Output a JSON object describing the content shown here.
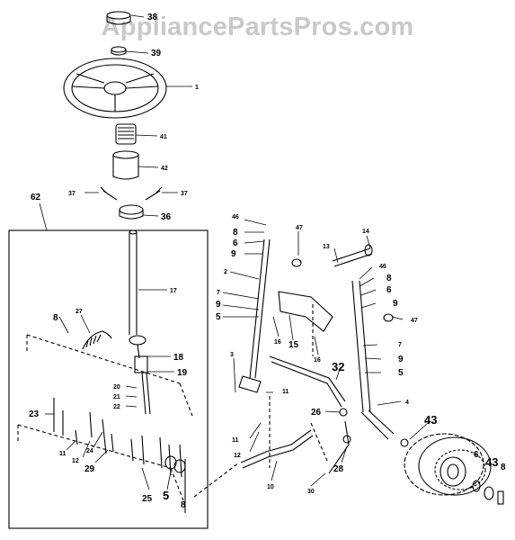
{
  "watermark": "AppliancePartsPros.com",
  "callouts": {
    "c38": "38",
    "c39": "39",
    "c1": "1",
    "c41": "41",
    "c42": "42",
    "c37a": "37",
    "c37b": "37",
    "c36": "36",
    "c62": "62",
    "c17": "17",
    "c8a": "8",
    "c27": "27",
    "c18": "18",
    "c19": "19",
    "c20": "20",
    "c21": "21",
    "c22": "22",
    "c23": "23",
    "c11a": "11",
    "c12a": "12",
    "c24": "24",
    "c29": "29",
    "c25": "25",
    "c5a": "5",
    "c8b": "8",
    "c46a": "46",
    "c8c": "8",
    "c6a": "6",
    "c9a": "9",
    "c47a": "47",
    "c2": "2",
    "c7a": "7",
    "c9b": "9",
    "c5b": "5",
    "c16a": "16",
    "c15": "15",
    "c16b": "16",
    "c3": "3",
    "c13": "13",
    "c14": "14",
    "c46b": "46",
    "c8d": "8",
    "c6b": "6",
    "c9c": "9",
    "c47b": "47",
    "c7b": "7",
    "c9d": "9",
    "c5c": "5",
    "c4": "4",
    "c32": "32",
    "c11b": "11",
    "c26": "26",
    "c11c": "11",
    "c12b": "12",
    "c28": "28",
    "c10": "10",
    "c30": "30",
    "c43a": "43",
    "c6c": "6",
    "c43b": "43",
    "c8e": "8"
  }
}
